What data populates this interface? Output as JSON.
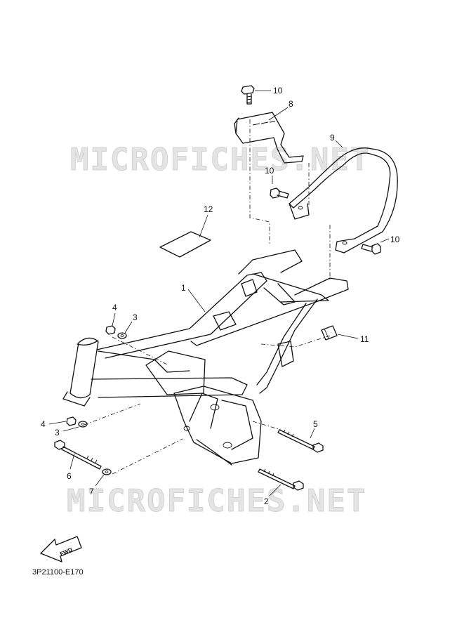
{
  "watermark": "MICROFICHES.NET",
  "diagram_code": "3P21100-E170",
  "fwd_label": "FWD",
  "callouts": [
    "1",
    "2",
    "3",
    "3",
    "4",
    "4",
    "5",
    "6",
    "7",
    "8",
    "9",
    "10",
    "10",
    "10",
    "11",
    "12"
  ]
}
